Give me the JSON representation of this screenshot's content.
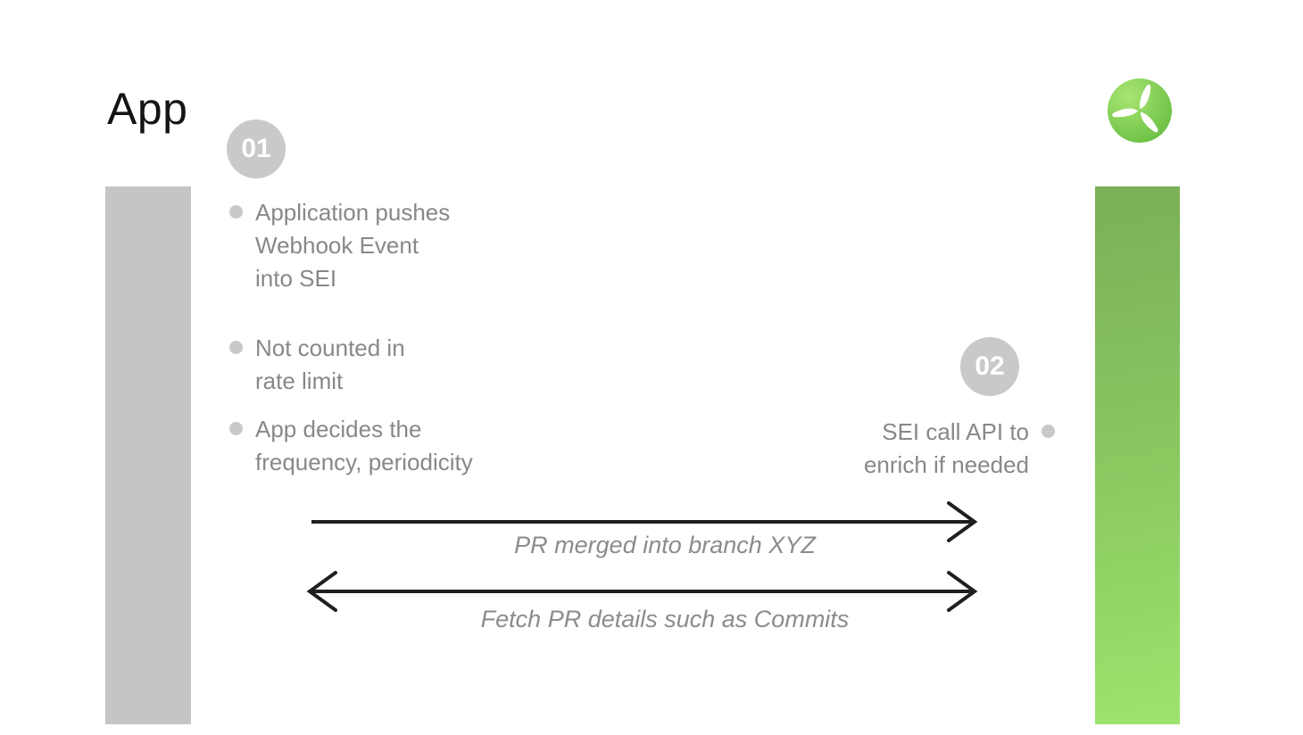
{
  "title": "App",
  "steps": {
    "step1_number": "01",
    "step2_number": "02"
  },
  "left_notes": [
    "Application pushes\nWebhook Event\ninto SEI",
    "Not counted in\nrate limit",
    "App decides the\nfrequency, periodicity"
  ],
  "right_note": "SEI call API to\nenrich if needed",
  "arrows": {
    "forward_label": "PR merged into branch XYZ",
    "bidirectional_label": "Fetch PR details such as Commits"
  },
  "icons": {
    "logo": "propeller-logo"
  },
  "colors": {
    "gray_bar": "#c5c5c7",
    "green_bar_top": "#7bb258",
    "green_bar_bottom": "#9de26c",
    "badge_background": "#c9c9c9",
    "badge_text": "#ffffff",
    "note_text": "#86888b",
    "bullet_dot": "#c7c9cb",
    "arrow_stroke": "#1f1f1f",
    "label_text": "#8a8c8f",
    "title_text": "#141414",
    "logo_green_light": "#a9e573",
    "logo_green_dark": "#63bb3e"
  }
}
